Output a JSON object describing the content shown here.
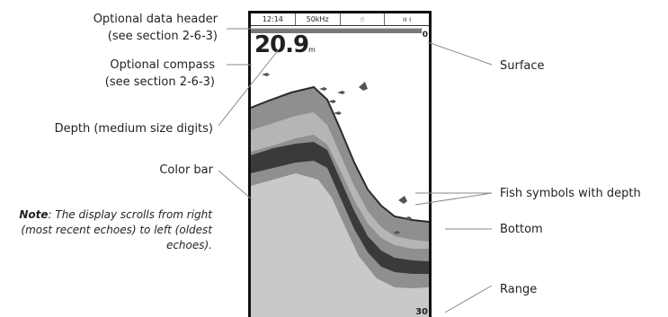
{
  "labels_left": {
    "data_header": "Optional data header",
    "data_header_ref": "(see section 2-6-3)",
    "compass": "Optional compass",
    "compass_ref": "(see section 2-6-3)",
    "depth": "Depth (medium size digits)",
    "color_bar": "Color bar"
  },
  "note": {
    "prefix": "Note",
    "text": ": The display scrolls from right (most recent echoes) to left (oldest echoes)."
  },
  "labels_right": {
    "surface": "Surface",
    "fish": "Fish symbols with depth",
    "bottom": "Bottom",
    "range": "Range"
  },
  "screen": {
    "header": {
      "time": "12:14",
      "frequency": "50kHz",
      "icon": "hand-icon",
      "signal": "ıı ı"
    },
    "depth_value": "20.9",
    "depth_unit": "m",
    "range_top": "0",
    "range_bottom": "30"
  },
  "colors": {
    "echo_dark": "#2b2b2b",
    "echo_mid": "#6e6e6e",
    "echo_light": "#9a9a9a",
    "label_text": "#231f20",
    "leader_line": "#8a8a8a"
  }
}
